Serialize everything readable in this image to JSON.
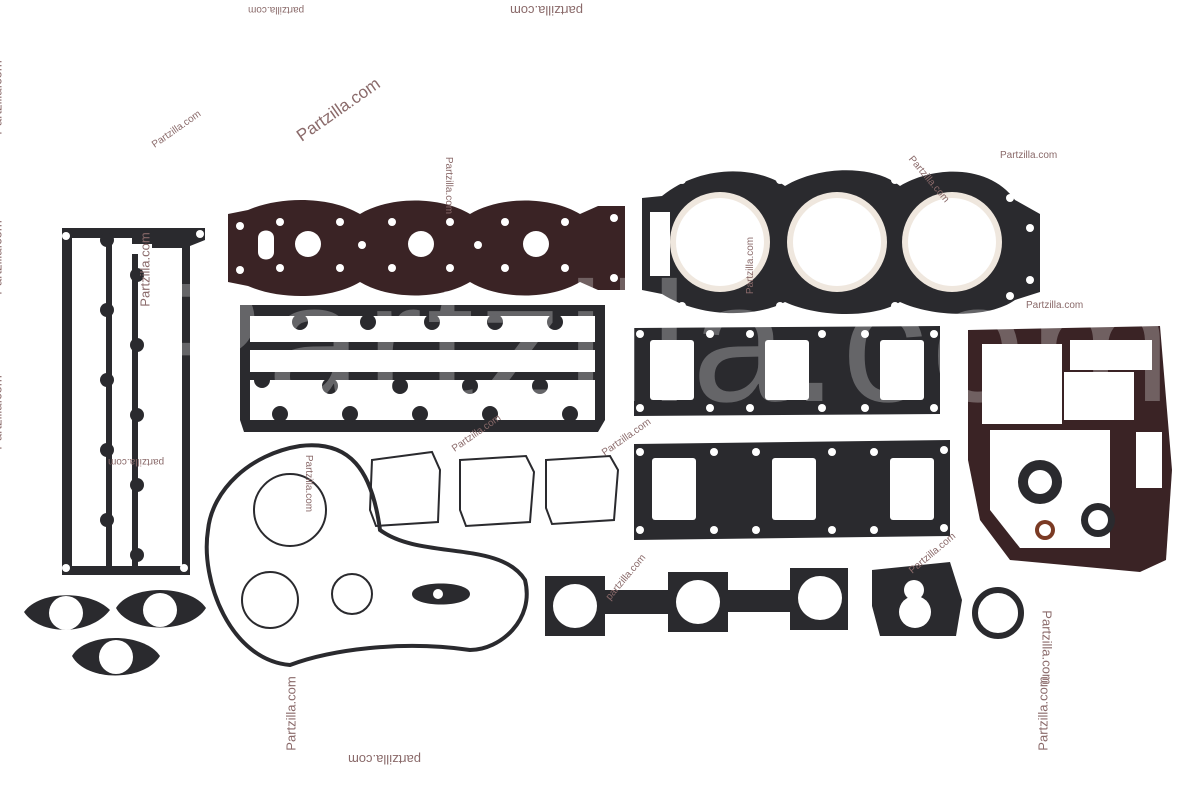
{
  "watermark": {
    "text": "Partzilla.com",
    "text_lower": "partzilla.com",
    "big": "Partzilla.com"
  },
  "colors": {
    "gasket_dark": "#2a2a2e",
    "gasket_brown": "#3a2325",
    "hole_fill": "#ffffff",
    "head_ring": "#efe7de",
    "watermark": "#8a6a6a"
  }
}
